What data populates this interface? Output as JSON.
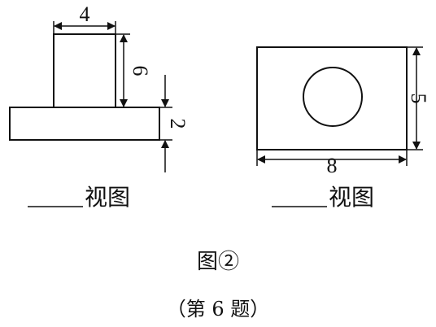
{
  "figure": {
    "left_view": {
      "caption": "视图",
      "dims": {
        "top_width": "4",
        "post_height": "6",
        "base_height": "2"
      }
    },
    "right_view": {
      "caption": "视图",
      "dims": {
        "width": "8",
        "height": "5"
      }
    },
    "figure_label": "图②",
    "question_label": "（第 6 题）"
  },
  "colors": {
    "line": "#111111",
    "background": "#ffffff"
  }
}
